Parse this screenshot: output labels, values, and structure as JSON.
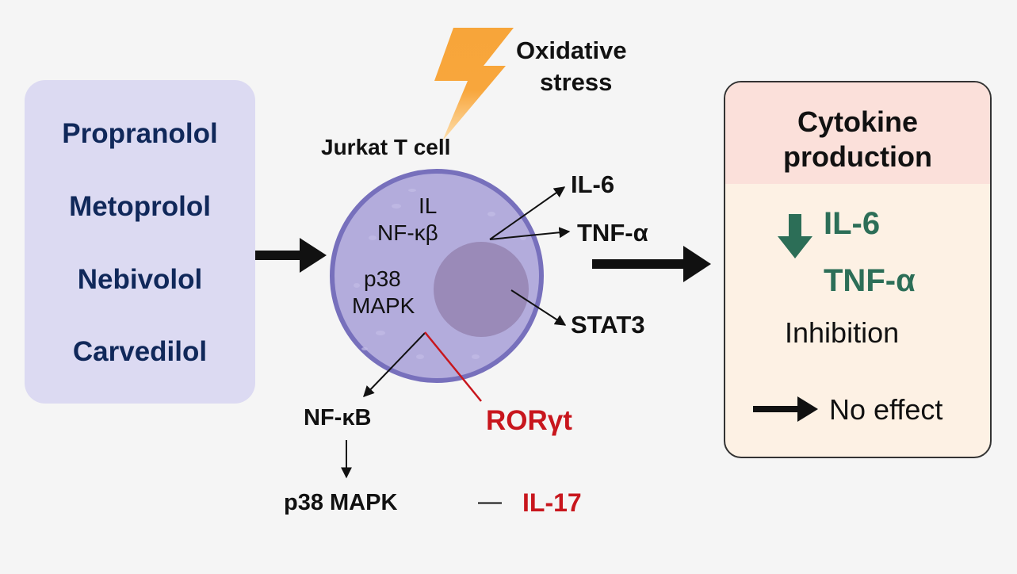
{
  "drugs": {
    "items": [
      "Propranolol",
      "Metoprolol",
      "Nebivolol",
      "Carvedilol"
    ]
  },
  "stressor": {
    "label_line1": "Oxidative",
    "label_line2": "stress",
    "icon": "lightning-bolt-icon"
  },
  "cell": {
    "title": "Jurkat T cell",
    "inner": {
      "il": "IL",
      "nfkb": "NF-κβ",
      "p38": "p38",
      "mapk": "MAPK"
    },
    "outputs": {
      "il6": "IL-6",
      "tnfa": "TNF-α",
      "stat3": "STAT3"
    },
    "downstream": {
      "nfkb": "NF-κB",
      "p38mapk": "p38 MAPK",
      "rorgt": "RORγt",
      "il17_dash": "—",
      "il17": "IL-17"
    }
  },
  "result": {
    "title_line1": "Cytokine",
    "title_line2": "production",
    "il6": "IL-6",
    "tnfa": "TNF-α",
    "inhibition": "Inhibition",
    "no_effect": "No effect"
  },
  "colors": {
    "drug_box": "#dcdaf2",
    "drug_text": "#10285a",
    "cell_fill": "#b3acdc",
    "cell_border": "#7770bc",
    "nucleus": "#9a8ab8",
    "bolt": "#f7a53a",
    "red": "#c8161d",
    "green": "#2c6e57",
    "result_header": "#fbe0da",
    "result_body": "#fdf1e4"
  }
}
